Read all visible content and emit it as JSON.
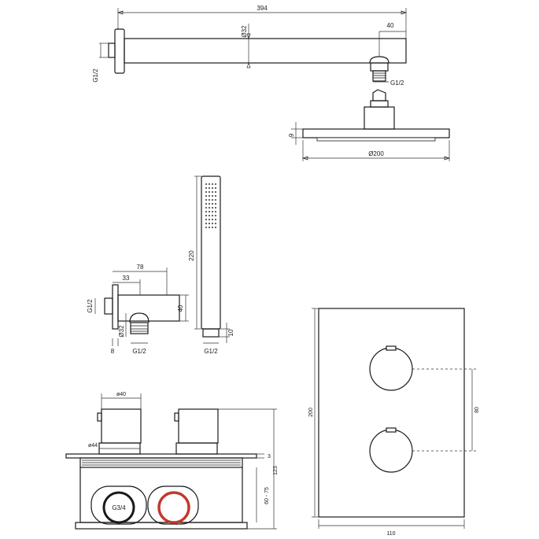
{
  "colors": {
    "line": "#1a1a1a",
    "accent": "#c0392b"
  },
  "shower_arm": {
    "length": "394",
    "diameter": "Ø32",
    "offset": "40",
    "thread_wall": "G1/2",
    "thread_head": "G1/2"
  },
  "rain_head": {
    "thickness": "9",
    "diameter": "Ø200"
  },
  "wall_outlet": {
    "width_total": "78",
    "width_inner": "33",
    "thread_in": "G1/2",
    "height": "40",
    "diameter": "Ø32",
    "depth": "8",
    "thread_out": "G1/2"
  },
  "hand_shower": {
    "length": "220",
    "connector": "10",
    "thread": "G1/2"
  },
  "thermostat_body": {
    "cap_diameter": "ø40",
    "body_diameter": "ø44",
    "plate": "3",
    "total_depth": "123",
    "install_depth": "60 - 75",
    "inlet": "G3/4"
  },
  "cover_plate": {
    "height": "200",
    "spacing": "80",
    "width": "110"
  }
}
